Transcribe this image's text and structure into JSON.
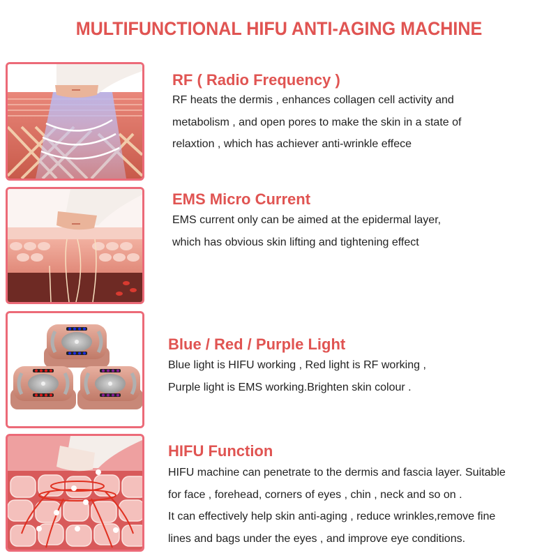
{
  "page": {
    "title": "MULTIFUNCTIONAL HIFU ANTI-AGING MACHINE",
    "accent_color": "#e05452",
    "frame_color": "#ec6a78",
    "body_text_color": "#222222"
  },
  "sections": [
    {
      "image": "rf-skin-diagram",
      "title": "RF ( Radio Frequency )",
      "lines": [
        "RF heats the dermis , enhances collagen cell activity and",
        "metabolism , and open pores to make the skin in a state of",
        "relaxtion , which has achiever anti-wrinkle effece"
      ]
    },
    {
      "image": "ems-skin-diagram",
      "title": "EMS Micro Current",
      "lines": [
        "EMS current only can be aimed at the epidermal layer,",
        "which has obvious skin lifting and tightening effect"
      ]
    },
    {
      "image": "light-heads-photo",
      "title": "Blue / Red / Purple Light",
      "lines": [
        "Blue light is HIFU working , Red light is RF working ,",
        "Purple light is EMS working.Brighten skin colour ."
      ],
      "light_colors": [
        "#1a2de0",
        "#e01a1a",
        "#8a1a9a"
      ]
    },
    {
      "image": "hifu-cell-diagram",
      "title": "HIFU Function",
      "lines": [
        "HIFU machine can penetrate to the dermis and fascia layer. Suitable",
        "for face , forehead, corners of eyes , chin , neck and so on .",
        "It can effectively help skin anti-aging , reduce wrinkles,remove fine",
        "lines and bags under the eyes , and improve eye conditions."
      ]
    }
  ]
}
